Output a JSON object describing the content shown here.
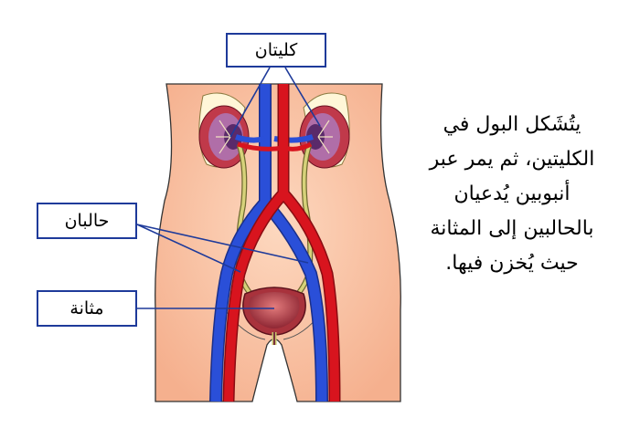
{
  "labels": {
    "kidneys": "كليتان",
    "ureters": "حالبان",
    "bladder": "مثانة"
  },
  "caption": "يتُشَكل البول في الكليتين، ثم يمر عبر أنبوبين يُدعيان بالحالبين إلى المثانة حيث يُخزن فيها.",
  "colors": {
    "skin": "#fbc5a4",
    "skin_outline": "#333333",
    "artery": "#d8141e",
    "vein": "#2a4fd8",
    "ureter": "#c8c46a",
    "kidney": "#c0394a",
    "bladder": "#a8323c",
    "leader": "#1e3a9a"
  }
}
